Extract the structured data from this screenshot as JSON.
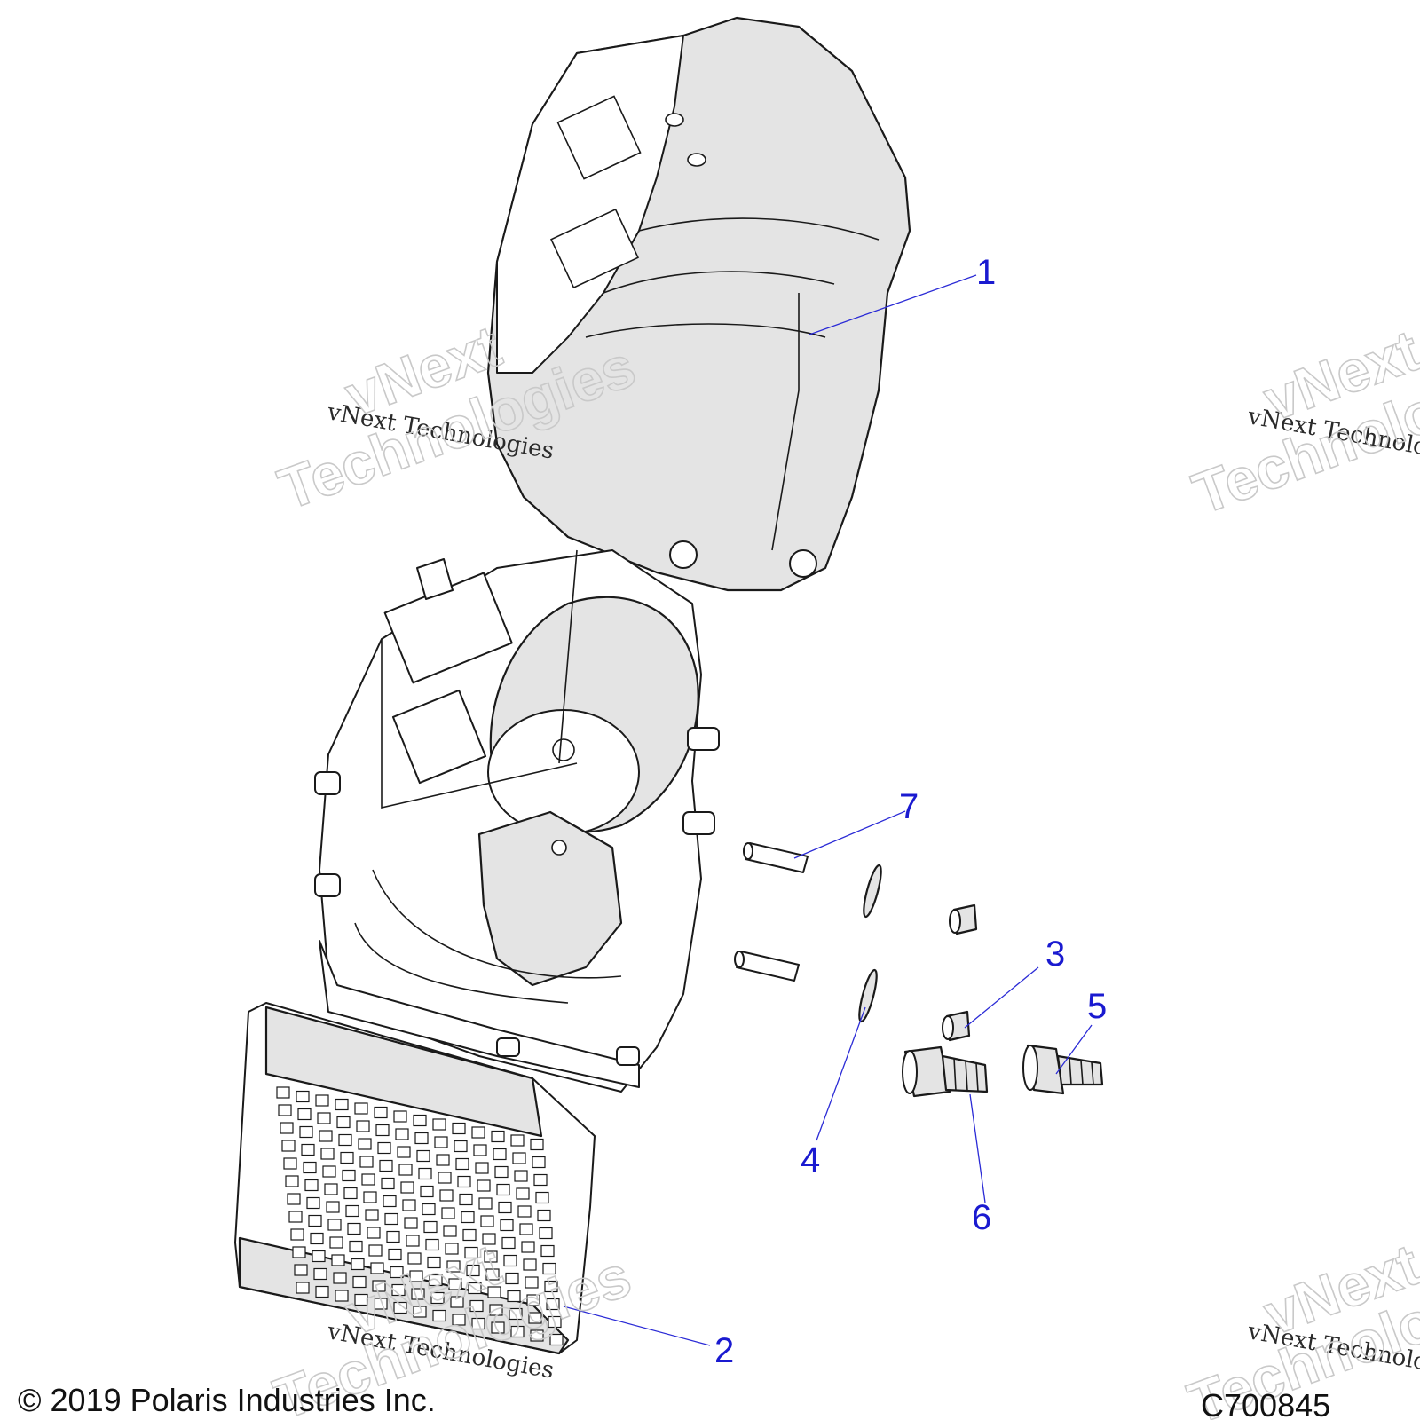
{
  "callouts": [
    {
      "id": "1",
      "label": "1"
    },
    {
      "id": "2",
      "label": "2"
    },
    {
      "id": "3",
      "label": "3"
    },
    {
      "id": "4",
      "label": "4"
    },
    {
      "id": "5",
      "label": "5"
    },
    {
      "id": "6",
      "label": "6"
    },
    {
      "id": "7",
      "label": "7"
    }
  ],
  "watermark": {
    "caption": "vNext Technologies",
    "big_line1": "vNext",
    "big_line2": "Technologies"
  },
  "footer": {
    "copyright": "© 2019 Polaris Industries Inc.",
    "figure_code": "C700845"
  },
  "colors": {
    "callout": "#1a1ad0",
    "leader": "#2b2bd6",
    "part_fill": "#e4e4e4"
  }
}
